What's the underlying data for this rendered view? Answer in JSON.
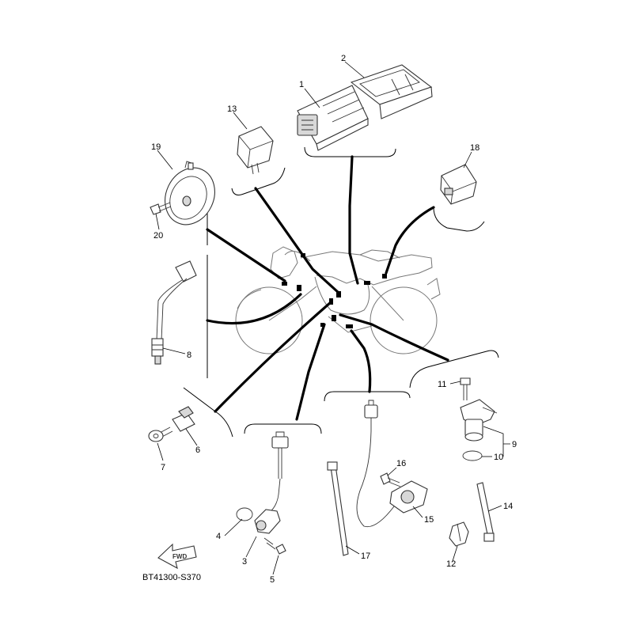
{
  "diagram": {
    "code": "BT41300-S370",
    "fwd_label": "FWD",
    "callouts": {
      "c1": "1",
      "c2": "2",
      "c3": "3",
      "c4": "4",
      "c5": "5",
      "c6": "6",
      "c7": "7",
      "c8": "8",
      "c9": "9",
      "c10": "10",
      "c11": "11",
      "c12": "12",
      "c13": "13",
      "c14": "14",
      "c15": "15",
      "c16": "16",
      "c17": "17",
      "c18": "18",
      "c19": "19",
      "c20": "20"
    }
  }
}
